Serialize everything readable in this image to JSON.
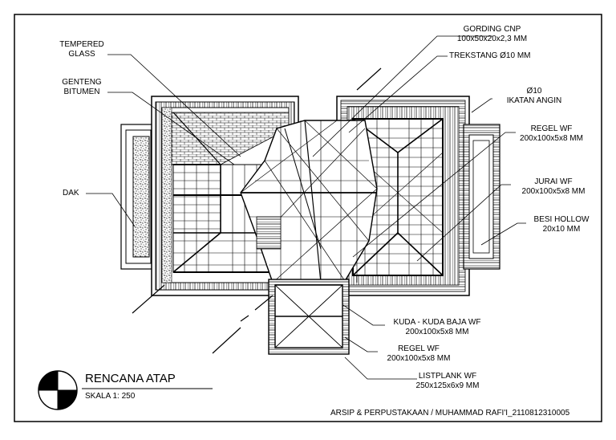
{
  "labels": {
    "tempered_glass": [
      "TEMPERED",
      "GLASS"
    ],
    "genteng_bitumen": [
      "GENTENG",
      "BITUMEN"
    ],
    "dak": "DAK",
    "gording": [
      "GORDING CNP",
      "100x50x20x2,3 MM"
    ],
    "trekstang": "TREKSTANG Ø10 MM",
    "ikatan_angin": [
      "Ø10",
      "IKATAN ANGIN"
    ],
    "regel_wf_top": [
      "REGEL WF",
      "200x100x5x8 MM"
    ],
    "jurai_wf": [
      "JURAI WF",
      "200x100x5x8 MM"
    ],
    "besi_hollow": [
      "BESI HOLLOW",
      "20x10 MM"
    ],
    "kuda_kuda": [
      "KUDA - KUDA BAJA WF",
      "200x100x5x8 MM"
    ],
    "regel_wf_bottom": [
      "REGEL WF",
      "200x100x5x8 MM"
    ],
    "listplank": [
      "LISTPLANK WF",
      "250x125x6x9 MM"
    ]
  },
  "title_block": {
    "title": "RENCANA ATAP",
    "scale": "SKALA 1: 250",
    "footer": "ARSIP & PERPUSTAKAAN / MUHAMMAD RAFI'I_2110812310005"
  }
}
